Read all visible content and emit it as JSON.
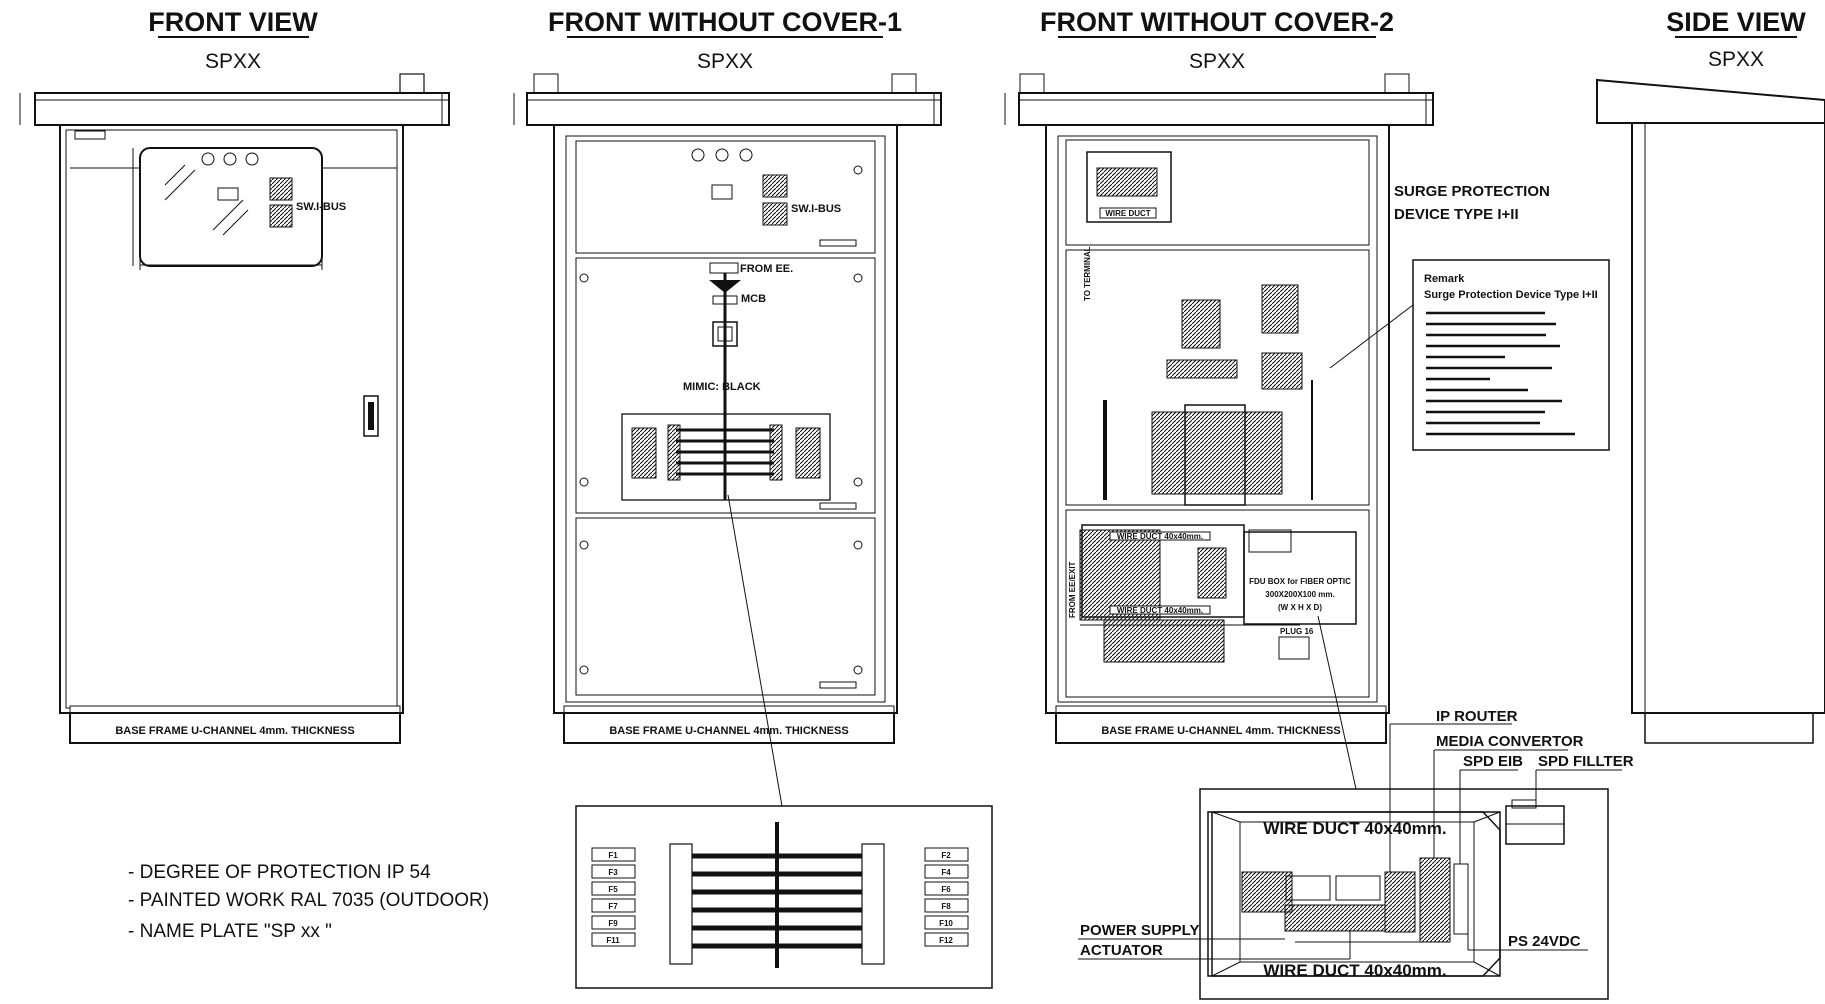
{
  "views": [
    {
      "title": "FRONT VIEW",
      "subtitle": "SPXX"
    },
    {
      "title": "FRONT WITHOUT COVER-1",
      "subtitle": "SPXX"
    },
    {
      "title": "FRONT WITHOUT COVER-2",
      "subtitle": "SPXX"
    },
    {
      "title": "SIDE VIEW",
      "subtitle": "SPXX"
    }
  ],
  "labels": {
    "base_frame": "BASE FRAME U-CHANNEL 4mm. THICKNESS",
    "swi_bus": "SW.I-BUS",
    "from_ee": "FROM EE.",
    "mcb": "MCB",
    "mimic": "MIMIC: BLACK",
    "surge_line1": "SURGE PROTECTION",
    "surge_line2": "DEVICE TYPE I+II",
    "wire_duct": "WIRE DUCT",
    "wire_duct_40_a": "WIRE DUCT 40x40mm.",
    "wire_duct_40_b": "WIRE DUCT 40x40mm.",
    "ip_router": "IP ROUTER",
    "media_convertor": "MEDIA CONVERTOR",
    "spd_eib": "SPD EIB",
    "spd_filter": "SPD FILLTER",
    "power_supply": "POWER SUPPLY",
    "actuator": "ACTUATOR",
    "ps_24vdc": "PS 24VDC",
    "fdu_line1": "FDU BOX for FIBER OPTIC",
    "fdu_line2": "300X200X100 mm.",
    "fdu_line3": "(W X H X D)",
    "to_terminal": "TO TERMINAL",
    "from_ee_vertical": "FROM EE/EXIT",
    "plug": "PLUG 16",
    "remark_title": "Remark",
    "remark_subtitle": "Surge Protection Device Type I+II"
  },
  "fuses_left": [
    "F1",
    "F3",
    "F5",
    "F7",
    "F9",
    "F11"
  ],
  "fuses_right": [
    "F2",
    "F4",
    "F6",
    "F8",
    "F10",
    "F12"
  ],
  "notes": [
    "- DEGREE OF PROTECTION IP 54",
    "- PAINTED WORK RAL 7035 (OUTDOOR)",
    "- NAME PLATE \"SP xx \""
  ]
}
